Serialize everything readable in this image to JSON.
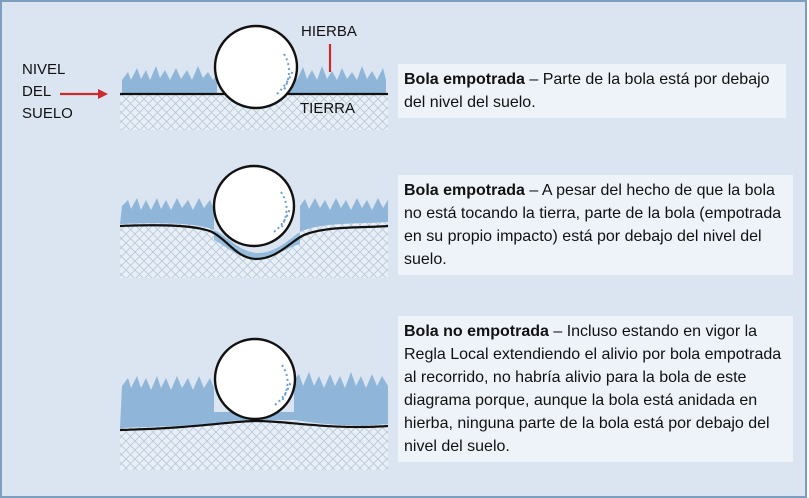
{
  "labels": {
    "nivel_del_suelo": [
      "NIVEL",
      "DEL",
      "SUELO"
    ],
    "hierba": "HIERBA",
    "tierra": "TIERRA"
  },
  "rows": [
    {
      "term": "Bola empotrada",
      "dash": " – ",
      "text": "Parte de la bola está por debajo del nivel del suelo."
    },
    {
      "term": "Bola empotrada",
      "dash": " – ",
      "text": "A pesar del hecho de que la bola no está tocando la tierra, parte de la bola (empotrada en su propio impacto) está por debajo del nivel del suelo."
    },
    {
      "term": "Bola no empotrada",
      "dash": " – ",
      "text": "Incluso estando en vigor la Regla Local extendiendo el alivio por bola empotrada al recorrido, no habría alivio para la bola de este diagrama porque, aunque la bola está anidada en hierba, ninguna parte de la bola está por debajo del nivel del suelo."
    }
  ],
  "colors": {
    "frame_bg": "#dbe5f1",
    "frame_border": "#7d9ebf",
    "grass": "#8fb6d8",
    "soil_hatch": "#b9c9da",
    "arrow": "#cc2a2a",
    "ball_dimples": "#6a9fd1"
  }
}
